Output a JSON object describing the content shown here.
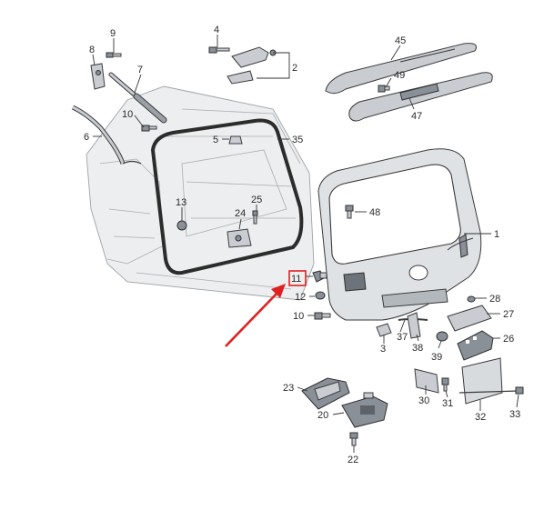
{
  "labels": {
    "l1": "1",
    "l2": "2",
    "l3": "3",
    "l4": "4",
    "l5": "5",
    "l6": "6",
    "l7": "7",
    "l8": "8",
    "l9": "9",
    "l10a": "10",
    "l10b": "10",
    "l11": "11",
    "l12": "12",
    "l13": "13",
    "l20": "20",
    "l22": "22",
    "l23": "23",
    "l24": "24",
    "l25": "25",
    "l26": "26",
    "l27": "27",
    "l28": "28",
    "l30": "30",
    "l31": "31",
    "l32": "32",
    "l33": "33",
    "l35": "35",
    "l37": "37",
    "l38": "38",
    "l39": "39",
    "l45": "45",
    "l47": "47",
    "l48": "48",
    "l49": "49"
  },
  "colors": {
    "highlight_box": "#e02020",
    "arrow": "#e02020",
    "part_fill": "#c9cdd2",
    "outline": "#3a3a3a"
  }
}
